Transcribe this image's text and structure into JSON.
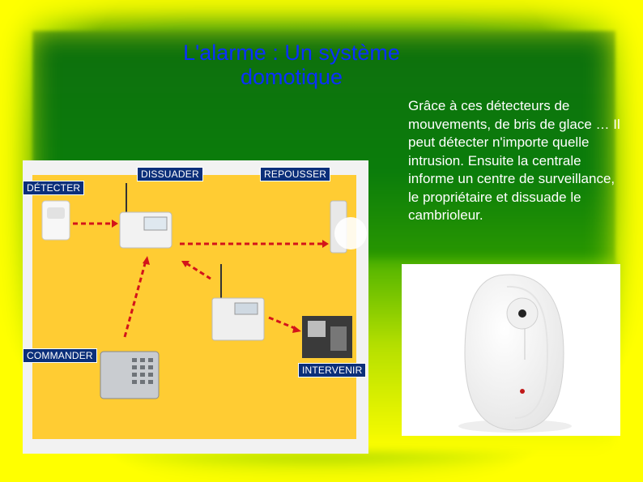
{
  "slide": {
    "title_line1": "L'alarme : Un système",
    "title_line2": "domotique",
    "body": "Grâce à ces détecteurs de mouvements, de bris de glace … Il peut détecter n'importe quelle intrusion. Ensuite la centrale informe un centre de surveillance, le propriétaire et dissuade le cambrioleur."
  },
  "diagram": {
    "labels": {
      "detecter": "DÉTECTER",
      "dissuader": "DISSUADER",
      "repousser": "REPOUSSER",
      "commander": "COMMANDER",
      "intervenir": "INTERVENIR"
    }
  },
  "colors": {
    "title": "#0a2fff",
    "label_bg": "#0b2f7a",
    "diagram_bg": "#ffcc33",
    "arrow": "#d3141a"
  }
}
